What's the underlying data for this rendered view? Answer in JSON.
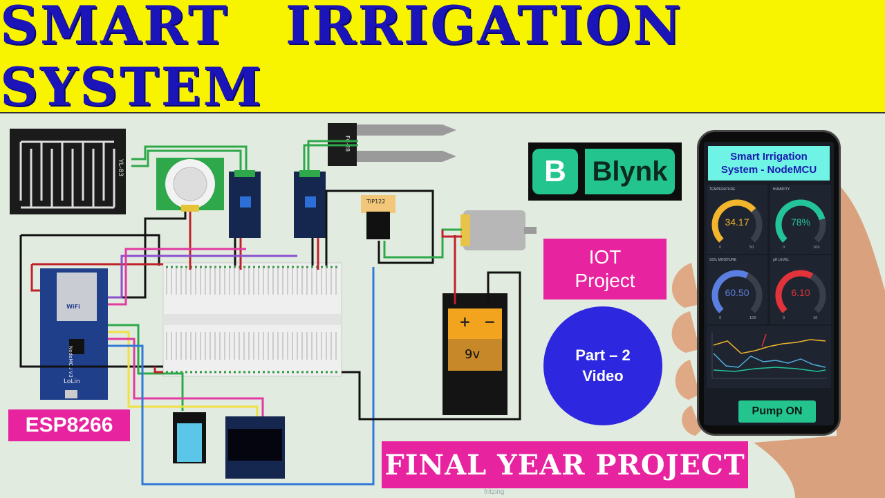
{
  "banner": {
    "title": "SMART IRRIGATION SYSTEM"
  },
  "labels": {
    "esp": "ESP8266",
    "iot_line1": "IOT",
    "iot_line2": "Project",
    "part_line1": "Part – 2",
    "part_line2": "Video",
    "final": "FINAL YEAR PROJECT"
  },
  "blynk": {
    "letter": "B",
    "word": "Blynk"
  },
  "components": {
    "rain_sensor": "YL-83",
    "soil_sensor": "FC-28",
    "transistor": "TIP122",
    "battery": "9v",
    "battery_plus": "+",
    "battery_minus": "−",
    "nodemcu_name": "NodeMCU V3",
    "nodemcu_maker": "LoLin",
    "wifi": "WiFi"
  },
  "app": {
    "header_line1": "Smart Irrigation",
    "header_line2": "System - NodeMCU",
    "gauges": [
      {
        "label": "TEMPERATURE",
        "value": "34.17",
        "min": "0",
        "max": "50",
        "color": "#f2b52b",
        "fraction": 0.68
      },
      {
        "label": "HUMIDITY",
        "value": "78%",
        "min": "0",
        "max": "100",
        "color": "#24c49a",
        "fraction": 0.78
      },
      {
        "label": "SOIL MOISTURE",
        "value": "60.50",
        "min": "0",
        "max": "100",
        "color": "#5b7fe0",
        "fraction": 0.6
      },
      {
        "label": "pH LEVEL",
        "value": "6.10",
        "min": "0",
        "max": "10",
        "color": "#e2323a",
        "fraction": 0.61
      }
    ],
    "pump_button": "Pump ON"
  },
  "watermark": "fritzing"
}
